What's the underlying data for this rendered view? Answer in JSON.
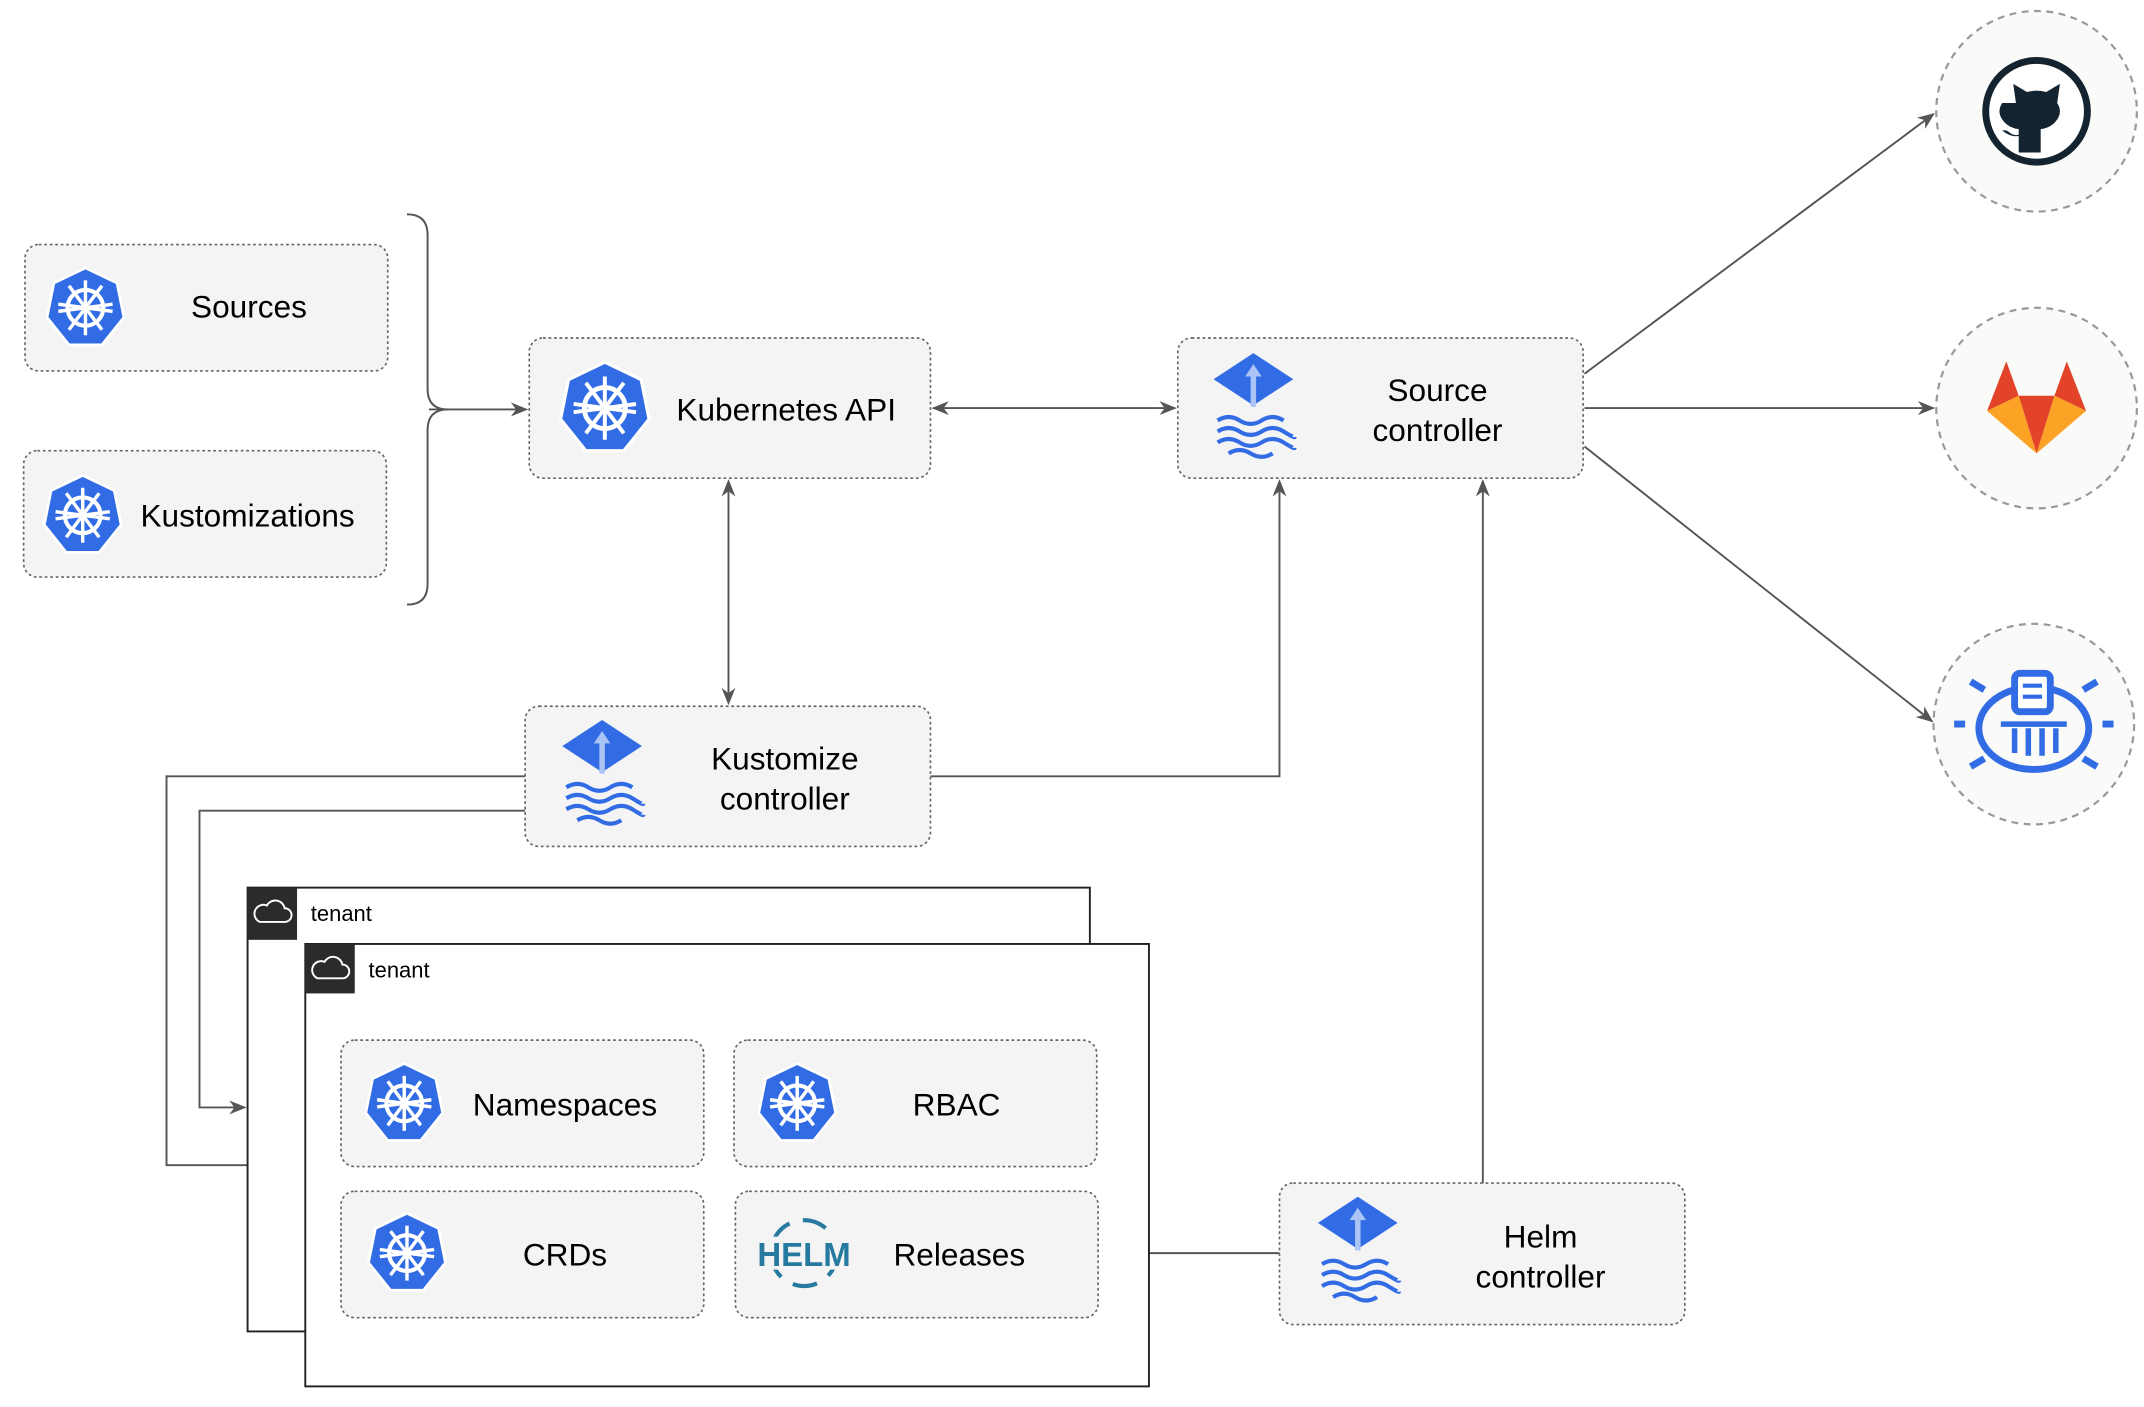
{
  "nodes": {
    "sources": "Sources",
    "kustomizations": "Kustomizations",
    "kubernetes_api": "Kubernetes API",
    "source_controller": [
      "Source",
      "controller"
    ],
    "kustomize_controller": [
      "Kustomize",
      "controller"
    ],
    "helm_controller": [
      "Helm",
      "controller"
    ],
    "namespaces": "Namespaces",
    "rbac": "RBAC",
    "crds": "CRDs",
    "releases": "Releases"
  },
  "tenants": [
    "tenant",
    "tenant"
  ],
  "helm_logo_text": "HELM",
  "external_sources": [
    "github-icon",
    "gitlab-icon",
    "helm-repository-icon"
  ],
  "colors": {
    "kubernetes_blue": "#326ce5",
    "gitlab_orange": "#e24329",
    "gitlab_light": "#fca326",
    "github_dark": "#13232f",
    "helm_teal": "#277a9f"
  }
}
